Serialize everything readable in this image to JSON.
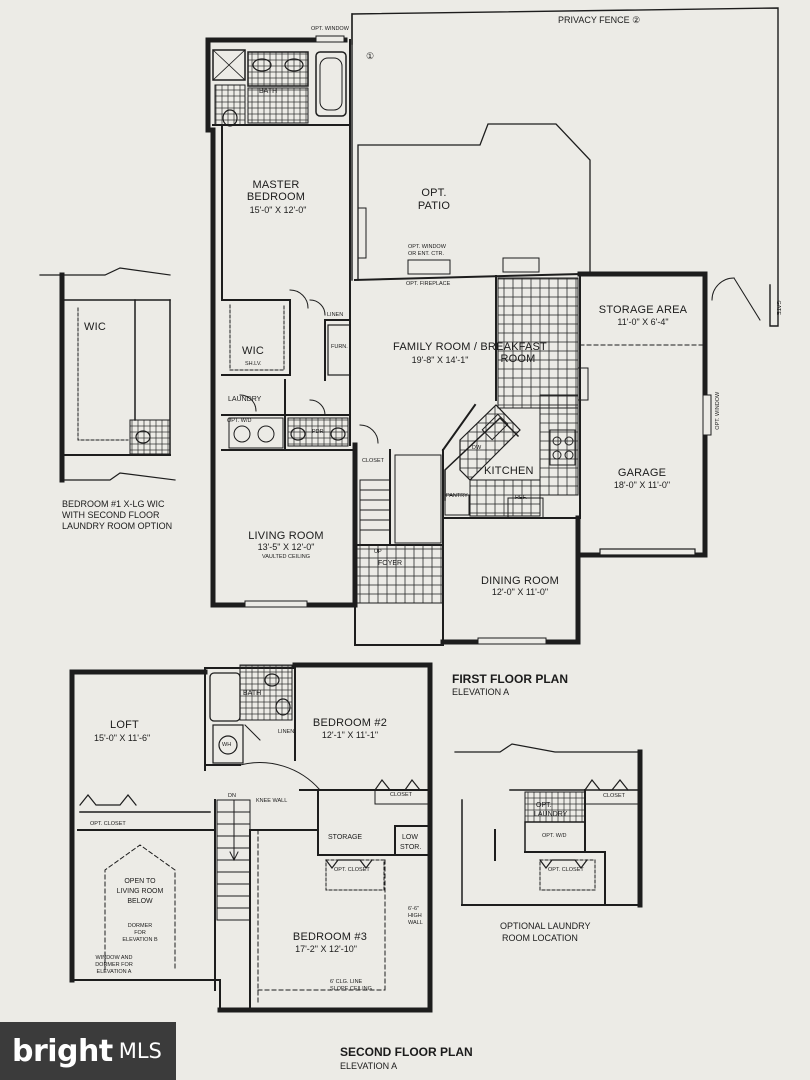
{
  "first_floor": {
    "title": "FIRST FLOOR PLAN",
    "elevation": "ELEVATION A",
    "privacy_fence": "PRIVACY FENCE ②",
    "fence_marker": "①",
    "rooms": {
      "bath": "BATH",
      "master": {
        "name_line1": "MASTER",
        "name_line2": "BEDROOM",
        "dims": "15'-0\" X 12'-0\""
      },
      "patio": {
        "name_line1": "OPT.",
        "name_line2": "PATIO"
      },
      "opt_window_top": "OPT. WINDOW",
      "opt_window_entry_line1": "OPT. WINDOW",
      "opt_window_entry_line2": "OR ENT. CTR.",
      "opt_fireplace": "OPT. FIREPLACE",
      "linen": "LINEN",
      "furn": "FURN.",
      "wic": "WIC",
      "shlv": "SH.LV.",
      "laundry": "LAUNDRY",
      "opt_wd": "OPT. W/D",
      "pdr": "PDR",
      "family": {
        "name_line1": "FAMILY ROOM / BREAKFAST",
        "name_line2": "ROOM",
        "dims": "19'-8\" X 14'-1\""
      },
      "storage": {
        "name": "STORAGE AREA",
        "dims": "11'-0\" X 6'-4\""
      },
      "gate": "GATE",
      "opt_window_garage": "OPT. WINDOW",
      "garage": {
        "name": "GARAGE",
        "dims": "18'-0\" X 11'-0\""
      },
      "kitchen": "KITCHEN",
      "dw": "DW",
      "pantry": "PANTRY",
      "ref": "REF.",
      "closet": "CLOSET",
      "living": {
        "name": "LIVING ROOM",
        "dims": "13'-5\" X 12'-0\"",
        "note": "VAULTED CEILING"
      },
      "up": "UP",
      "foyer": "FOYER",
      "dining": {
        "name": "DINING ROOM",
        "dims": "12'-0\" X 11'-0\""
      }
    }
  },
  "option_wic": {
    "wic": "WIC",
    "caption_line1": "BEDROOM #1 X-LG WIC",
    "caption_line2": "WITH SECOND FLOOR",
    "caption_line3": "LAUNDRY ROOM OPTION"
  },
  "second_floor": {
    "title": "SECOND FLOOR PLAN",
    "elevation": "ELEVATION A",
    "rooms": {
      "loft": {
        "name": "LOFT",
        "dims": "15'-0\" X 11'-6\""
      },
      "bath": "BATH",
      "linen": "LINEN",
      "wh": "WH",
      "bedroom2": {
        "name": "BEDROOM #2",
        "dims": "12'-1\" X 11'-1\""
      },
      "closet": "CLOSET",
      "opt_closet_loft": "OPT. CLOSET",
      "dn": "DN",
      "knee_wall": "KNEE WALL",
      "storage": "STORAGE",
      "low_stor_line1": "LOW",
      "low_stor_line2": "STOR.",
      "opt_closet_bed3": "OPT. CLOSET",
      "open_line1": "OPEN TO",
      "open_line2": "LIVING ROOM",
      "open_line3": "BELOW",
      "dormer_line1": "DORMER",
      "dormer_line2": "FOR",
      "dormer_line3": "ELEVATION B",
      "window_line1": "WINDOW AND",
      "window_line2": "DORMER FOR",
      "window_line3": "ELEVATION A",
      "bedroom3": {
        "name": "BEDROOM #3",
        "dims": "17'-2\" X 12'-10\""
      },
      "high_wall_line1": "6'-6\"",
      "high_wall_line2": "HIGH",
      "high_wall_line3": "WALL",
      "slope_line1": "6' CLG. LINE",
      "slope_line2": "SLOPE CEILING"
    }
  },
  "option_laundry": {
    "closet": "CLOSET",
    "opt_laundry_line1": "OPT.",
    "opt_laundry_line2": "LAUNDRY",
    "opt_wd": "OPT. W/D",
    "opt_closet": "OPT. CLOSET",
    "caption_line1": "OPTIONAL LAUNDRY",
    "caption_line2": "ROOM LOCATION"
  },
  "watermark": {
    "brand": "bright",
    "suffix": "MLS"
  },
  "colors": {
    "paper": "#ecebe6",
    "ink": "#1d1d1d",
    "watermark_bg": "#3b3b3b"
  }
}
